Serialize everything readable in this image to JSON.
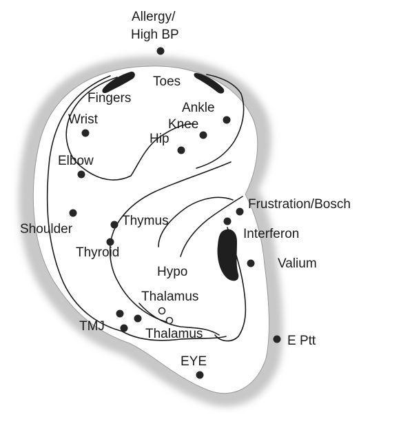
{
  "labels": {
    "allergy": "Allergy/",
    "high_bp": "High BP",
    "fingers": "Fingers",
    "toes": "Toes",
    "wrist": "Wrist",
    "ankle": "Ankle",
    "knee": "Knee",
    "hip": "Hip",
    "elbow": "Elbow",
    "shoulder": "Shoulder",
    "thymus": "Thymus",
    "thyroid": "Thyroid",
    "frustration": "Frustration/Bosch",
    "interferon": "Interferon",
    "valium": "Valium",
    "hypo": "Hypo",
    "thalamus_top": "Thalamus",
    "thalamus_bottom": "Thalamus",
    "tmj": "TMJ",
    "e_ptt": "E Ptt",
    "eye": "EYE"
  },
  "colors": {
    "ink": "#1a1a1a",
    "shadow": "#bdbdbd",
    "ear_fill": "#ffffff"
  }
}
